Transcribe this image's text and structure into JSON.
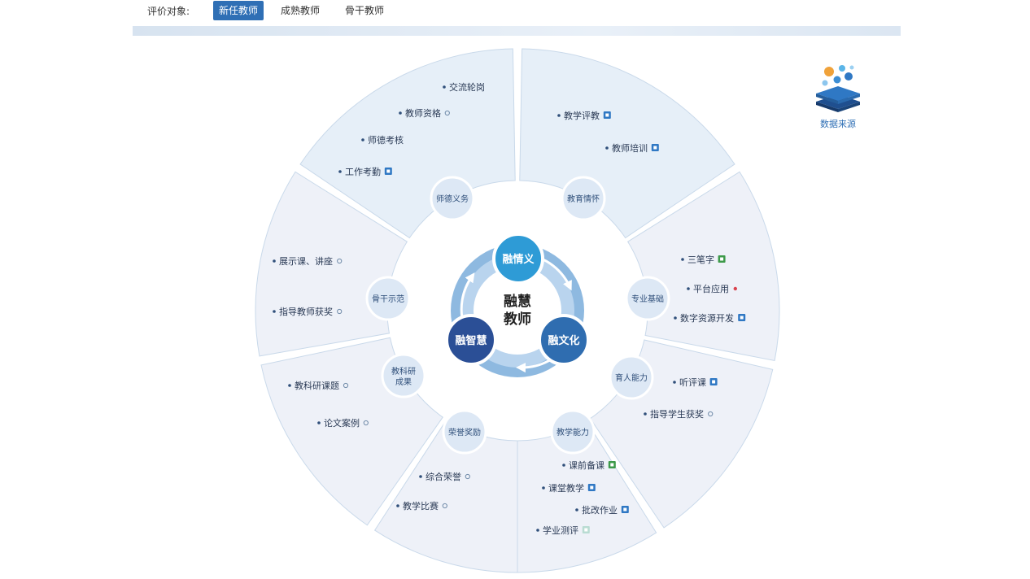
{
  "header": {
    "filter_label": "评价对象:",
    "tabs": [
      {
        "label": "新任教师",
        "active": true
      },
      {
        "label": "成熟教师",
        "active": false
      },
      {
        "label": "骨干教师",
        "active": false
      }
    ]
  },
  "data_source": {
    "label": "数据来源",
    "icon": "database-stack-icon"
  },
  "colors": {
    "accent": "#2f6fb5",
    "segment_fill_top": "#e6eff8",
    "segment_fill_side": "#eef1f8",
    "item_icon_blue": "#2f78c4",
    "item_icon_green": "#3d9a4a",
    "item_icon_red": "#d9434e"
  },
  "core": {
    "title_line1": "融慧",
    "title_line2": "教师",
    "nodes": [
      {
        "label": "融情义",
        "color": "#2e9bd6"
      },
      {
        "label": "融文化",
        "color": "#2f6db0"
      },
      {
        "label": "融智慧",
        "color": "#2b4f96"
      }
    ]
  },
  "segments": [
    {
      "label": "师德义务",
      "items": [
        {
          "text": "交流轮岗",
          "icon": "none"
        },
        {
          "text": "教师资格",
          "icon": "circle"
        },
        {
          "text": "师德考核",
          "icon": "none"
        },
        {
          "text": "工作考勤",
          "icon": "blue-square"
        }
      ]
    },
    {
      "label": "教育情怀",
      "items": [
        {
          "text": "教学评教",
          "icon": "blue-square"
        },
        {
          "text": "教师培训",
          "icon": "blue-square"
        }
      ]
    },
    {
      "label": "专业基础",
      "items": [
        {
          "text": "三笔字",
          "icon": "green-square"
        },
        {
          "text": "平台应用",
          "icon": "red-dot"
        },
        {
          "text": "数字资源开发",
          "icon": "blue-square"
        }
      ]
    },
    {
      "label": "育人能力",
      "items": [
        {
          "text": "听评课",
          "icon": "blue-square"
        },
        {
          "text": "指导学生获奖",
          "icon": "circle"
        }
      ]
    },
    {
      "label": "教学能力",
      "items": [
        {
          "text": "课前备课",
          "icon": "green-square"
        },
        {
          "text": "课堂教学",
          "icon": "blue-square"
        },
        {
          "text": "批改作业",
          "icon": "blue-square"
        },
        {
          "text": "学业测评",
          "icon": "pale-square"
        }
      ]
    },
    {
      "label": "荣誉奖励",
      "items": [
        {
          "text": "综合荣誉",
          "icon": "circle"
        },
        {
          "text": "教学比赛",
          "icon": "circle"
        }
      ]
    },
    {
      "label_line1": "教科研",
      "label_line2": "成果",
      "items": [
        {
          "text": "教科研课题",
          "icon": "circle"
        },
        {
          "text": "论文案例",
          "icon": "circle"
        }
      ]
    },
    {
      "label": "骨干示范",
      "items": [
        {
          "text": "展示课、讲座",
          "icon": "circle"
        },
        {
          "text": "指导教师获奖",
          "icon": "circle"
        }
      ]
    }
  ]
}
